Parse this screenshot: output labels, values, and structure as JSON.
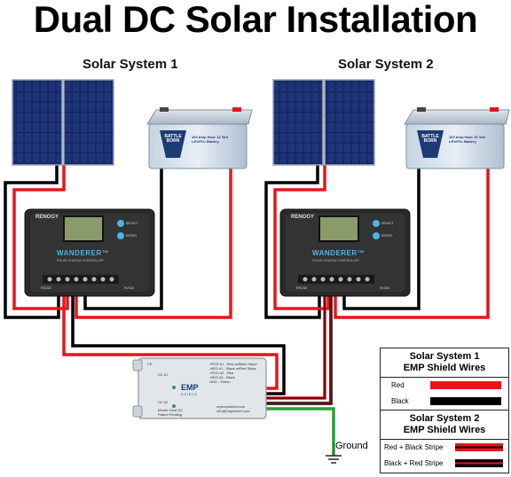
{
  "title": "Dual DC Solar Installation",
  "systems": [
    {
      "label": "Solar System 1",
      "controller": {
        "brand": "RENOGY",
        "model": "WANDERER™",
        "subtitle": "SOLAR CHARGE CONTROLLER",
        "select": "SELECT",
        "enter": "ENTER",
        "port": "RS232",
        "usb": "5V/2A"
      },
      "battery": {
        "brand_line1": "BATTLE",
        "brand_line2": "BORN",
        "spec_line1": "100 Amp Hour 12 Volt",
        "spec_line2": "LiFePO₄ Battery"
      }
    },
    {
      "label": "Solar System 2",
      "controller": {
        "brand": "RENOGY",
        "model": "WANDERER™",
        "subtitle": "SOLAR CHARGE CONTROLLER",
        "select": "SELECT",
        "enter": "ENTER",
        "port": "RS232",
        "usb": "5V/2A"
      },
      "battery": {
        "brand_line1": "BATTLE",
        "brand_line2": "BORN",
        "spec_line1": "100 Amp Hour 12 Volt",
        "spec_line2": "LiFePO₄ Battery"
      }
    }
  ],
  "emp_shield": {
    "ce": "CE",
    "dc1": "DC #1",
    "dc2": "DC #2",
    "wires": [
      "+POS #1 - Red w/Black Stripe",
      "-NEG #1 - Black w/Red Stripe",
      "+POS #2 - Red",
      "-NEG #2 - Black",
      "GND - Green"
    ],
    "logo": "EMP",
    "logo_sub": "SHIELD",
    "model_line1": "Model: Dual DC",
    "model_line2": "Patent Pending",
    "contact_line1": "myempshield.com",
    "contact_line2": "info@empshield.com"
  },
  "ground_label": "Ground",
  "legend": {
    "sys1_title_line1": "Solar System 1",
    "sys1_title_line2": "EMP Shield Wires",
    "sys1_rows": [
      {
        "label": "Red",
        "color": "#e8141c",
        "stripe": null
      },
      {
        "label": "Black",
        "color": "#000000",
        "stripe": null
      }
    ],
    "sys2_title_line1": "Solar System 2",
    "sys2_title_line2": "EMP Shield Wires",
    "sys2_rows": [
      {
        "label": "Red + Black Stripe",
        "color": "#e8141c",
        "stripe": "#000000"
      },
      {
        "label": "Black + Red Stripe",
        "color": "#000000",
        "stripe": "#e8141c"
      }
    ]
  },
  "colors": {
    "wire_red": "#e8141c",
    "wire_black": "#000000",
    "wire_green": "#2a9d3a",
    "controller_body": "#2a2a2a",
    "accent_blue": "#4fb3e8"
  }
}
